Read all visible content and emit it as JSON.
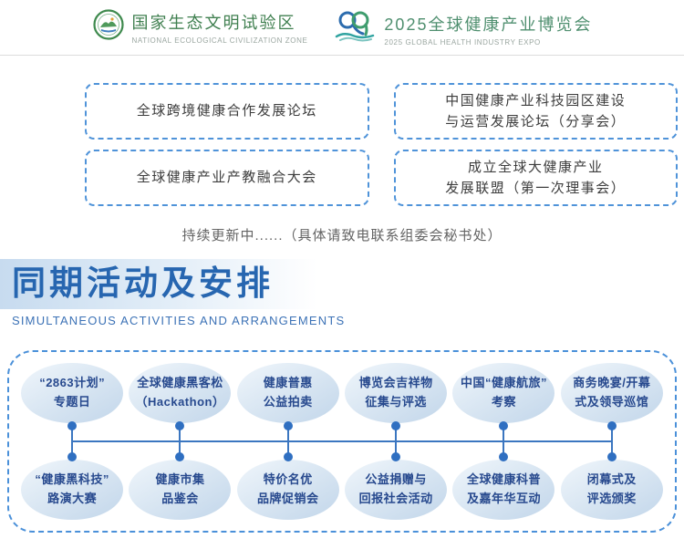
{
  "header": {
    "left_logo": {
      "title": "国家生态文明试验区",
      "subtitle": "NATIONAL ECOLOGICAL CIVILIZATION ZONE"
    },
    "right_logo": {
      "title": "2025全球健康产业博览会",
      "subtitle": "2025 GLOBAL HEALTH INDUSTRY EXPO"
    }
  },
  "forum_boxes": [
    {
      "lines": [
        "全球跨境健康合作发展论坛"
      ]
    },
    {
      "lines": [
        "中国健康产业科技园区建设",
        "与运营发展论坛（分享会）"
      ]
    },
    {
      "lines": [
        "全球健康产业产教融合大会"
      ]
    },
    {
      "lines": [
        "成立全球大健康产业",
        "发展联盟（第一次理事会）"
      ]
    }
  ],
  "update_note": "持续更新中......（具体请致电联系组委会秘书处）",
  "section_header": {
    "title": "同期活动及安排",
    "subtitle": "SIMULTANEOUS ACTIVITIES AND ARRANGEMENTS"
  },
  "timeline": {
    "top": [
      {
        "line1": "“2863计划”",
        "line2": "专题日"
      },
      {
        "line1": "全球健康黑客松",
        "line2": "（Hackathon）"
      },
      {
        "line1": "健康普惠",
        "line2": "公益拍卖"
      },
      {
        "line1": "博览会吉祥物",
        "line2": "征集与评选"
      },
      {
        "line1": "中国“健康航旅”",
        "line2": "考察"
      },
      {
        "line1": "商务晚宴/开幕",
        "line2": "式及领导巡馆"
      }
    ],
    "bottom": [
      {
        "line1": "“健康黑科技”",
        "line2": "路演大赛"
      },
      {
        "line1": "健康市集",
        "line2": "品鉴会"
      },
      {
        "line1": "特价名优",
        "line2": "品牌促销会"
      },
      {
        "line1": "公益捐赠与",
        "line2": "回报社会活动"
      },
      {
        "line1": "全球健康科普",
        "line2": "及嘉年华互动"
      },
      {
        "line1": "闭幕式及",
        "line2": "评选颁奖"
      }
    ]
  },
  "colors": {
    "title_blue": "#2766b0",
    "dashed_border_blue": "#4a90d9",
    "connector_blue": "#3b76c0",
    "node_dot_blue": "#2f6fc1",
    "bubble_text_blue": "#27498e",
    "bubble_fill_light": "#dde9f4",
    "logo_green": "#3f7f4f",
    "note_gray": "#646464"
  }
}
